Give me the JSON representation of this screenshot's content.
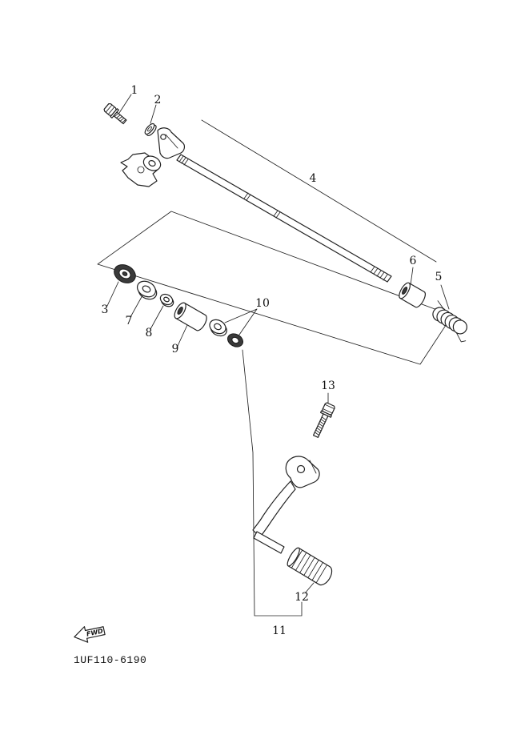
{
  "diagram": {
    "part_code": "1UF110-6190",
    "fwd_label": "FWD",
    "callouts": [
      {
        "num": "1"
      },
      {
        "num": "2"
      },
      {
        "num": "3"
      },
      {
        "num": "4"
      },
      {
        "num": "5"
      },
      {
        "num": "6"
      },
      {
        "num": "7"
      },
      {
        "num": "8"
      },
      {
        "num": "9"
      },
      {
        "num": "10"
      },
      {
        "num": "11"
      },
      {
        "num": "12"
      },
      {
        "num": "13"
      }
    ],
    "colors": {
      "line": "#222222",
      "background": "#ffffff",
      "dark_fill": "#3a3a3a"
    }
  }
}
